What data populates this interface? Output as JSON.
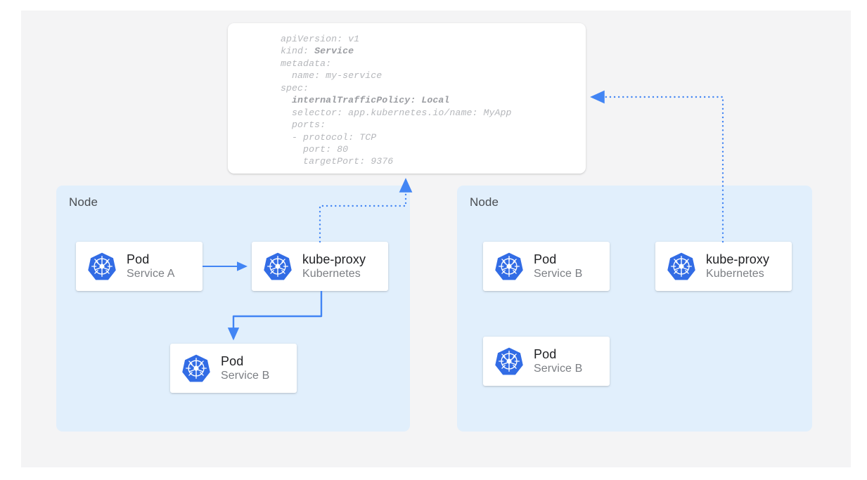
{
  "theme": {
    "panel_bg": "#f4f4f5",
    "node_bg": "#e1effc",
    "card_bg": "#ffffff",
    "accent_blue": "#4285f4",
    "k8s_blue": "#326ce5",
    "title_color": "#1f2023",
    "subtitle_color": "#7b7e83",
    "code_color": "#b5b7bb",
    "code_bold_color": "#9b9da2"
  },
  "yaml": {
    "lines": [
      {
        "text": "apiVersion: v1",
        "bold": false
      },
      {
        "text": "kind: ",
        "bold_suffix": "Service"
      },
      {
        "text": "metadata:",
        "bold": false
      },
      {
        "text": "  name: my-service",
        "bold": false
      },
      {
        "text": "spec:",
        "bold": false
      },
      {
        "text": "  internalTrafficPolicy: Local",
        "bold": true
      },
      {
        "text": "  selector: app.kubernetes.io/name: MyApp",
        "bold": false
      },
      {
        "text": "  ports:",
        "bold": false
      },
      {
        "text": "  - protocol: TCP",
        "bold": false
      },
      {
        "text": "    port: 80",
        "bold": false
      },
      {
        "text": "    targetPort: 9376",
        "bold": false
      }
    ],
    "line1": "apiVersion: v1",
    "line2_prefix": "kind: ",
    "line2_bold": "Service",
    "line3": "metadata:",
    "line4": "  name: my-service",
    "line5": "spec:",
    "line6_bold": "  internalTrafficPolicy: Local",
    "line7": "  selector: app.kubernetes.io/name: MyApp",
    "line8": "  ports:",
    "line9": "  - protocol: TCP",
    "line10": "    port: 80",
    "line11": "    targetPort: 9376"
  },
  "nodes": [
    {
      "label": "Node",
      "cards": [
        {
          "title": "Pod",
          "subtitle": "Service A",
          "icon": "kubernetes-icon"
        },
        {
          "title": "kube-proxy",
          "subtitle": "Kubernetes",
          "icon": "kubernetes-icon"
        },
        {
          "title": "Pod",
          "subtitle": "Service B",
          "icon": "kubernetes-icon"
        }
      ]
    },
    {
      "label": "Node",
      "cards": [
        {
          "title": "Pod",
          "subtitle": "Service B",
          "icon": "kubernetes-icon"
        },
        {
          "title": "kube-proxy",
          "subtitle": "Kubernetes",
          "icon": "kubernetes-icon"
        },
        {
          "title": "Pod",
          "subtitle": "Service B",
          "icon": "kubernetes-icon"
        }
      ]
    }
  ],
  "connectors": [
    {
      "name": "pod-a-to-kube-proxy",
      "style": "solid",
      "arrow": "right"
    },
    {
      "name": "kube-proxy-to-pod-b",
      "style": "solid",
      "arrow": "down"
    },
    {
      "name": "left-kube-proxy-to-service-spec",
      "style": "dotted",
      "arrow": "up"
    },
    {
      "name": "right-kube-proxy-to-service-spec",
      "style": "dotted",
      "arrow": "left"
    }
  ]
}
